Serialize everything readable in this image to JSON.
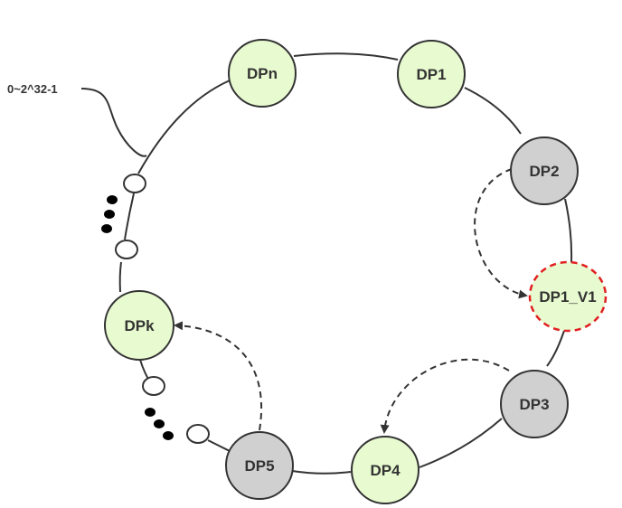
{
  "range_label": "0~2^32-1",
  "nodes": {
    "dpn": {
      "label": "DPn",
      "fill": "#e8fbd0",
      "stroke": "#333333"
    },
    "dp1": {
      "label": "DP1",
      "fill": "#e8fbd0",
      "stroke": "#333333"
    },
    "dp2": {
      "label": "DP2",
      "fill": "#d0d0d0",
      "stroke": "#333333"
    },
    "dp1_v1": {
      "label": "DP1_V1",
      "fill": "#e8fbd0",
      "stroke": "#e02020"
    },
    "dp3": {
      "label": "DP3",
      "fill": "#d0d0d0",
      "stroke": "#333333"
    },
    "dp4": {
      "label": "DP4",
      "fill": "#e8fbd0",
      "stroke": "#333333"
    },
    "dp5": {
      "label": "DP5",
      "fill": "#d0d0d0",
      "stroke": "#333333"
    },
    "dpk": {
      "label": "DPk",
      "fill": "#e8fbd0",
      "stroke": "#333333"
    }
  }
}
